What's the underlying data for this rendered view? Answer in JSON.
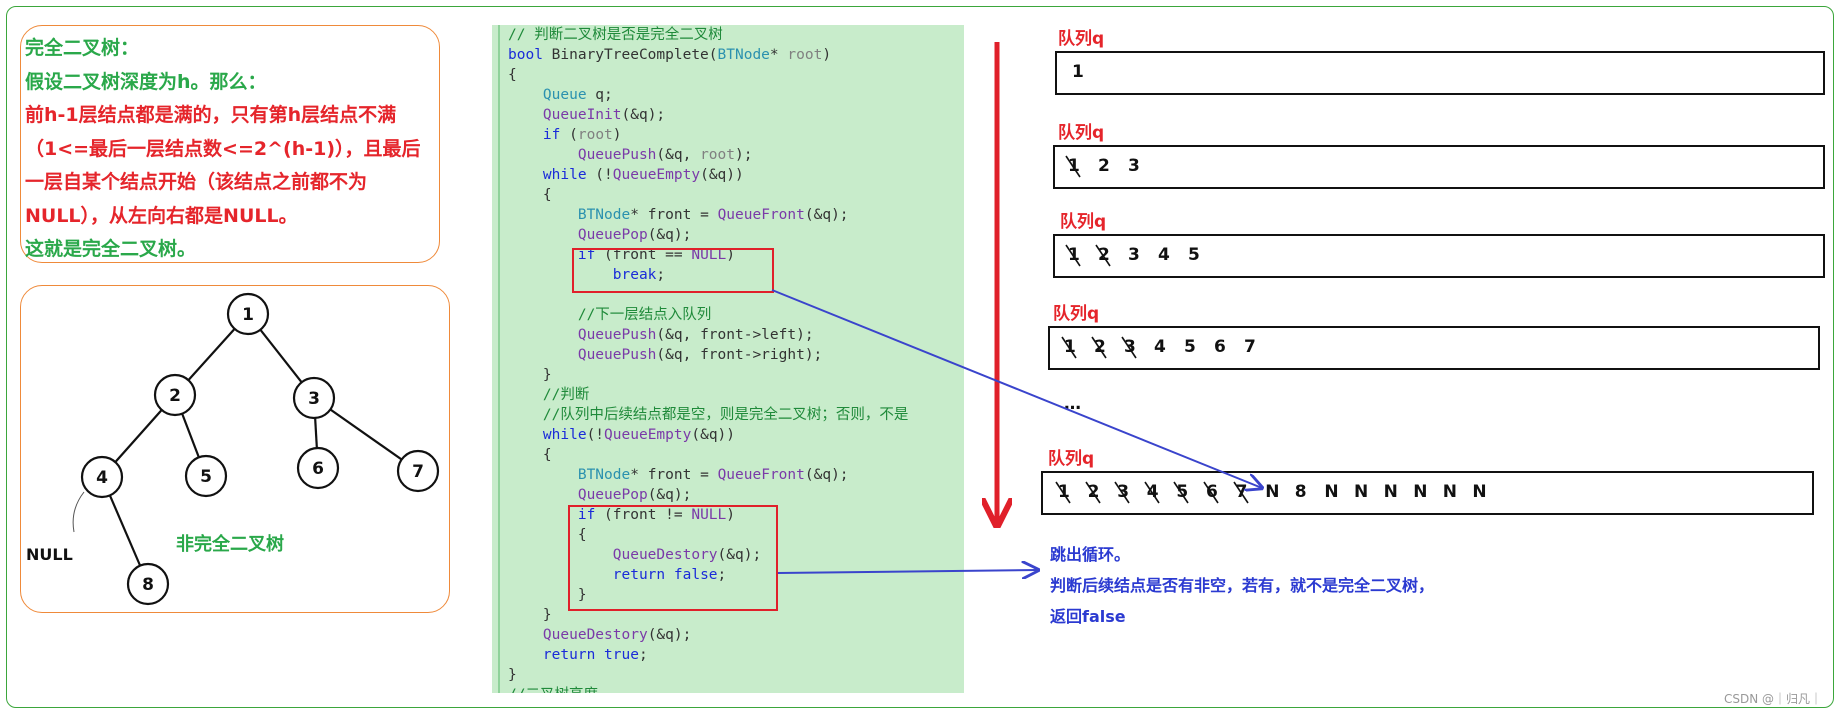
{
  "definition": {
    "lines": [
      {
        "text": "完全二叉树：",
        "color": "green"
      },
      {
        "text": "假设二叉树深度为h。那么：",
        "color": "green"
      },
      {
        "text": "前h-1层结点都是满的，只有第h层结点不满",
        "color": "red"
      },
      {
        "text": "（1<=最后一层结点数<=2^(h-1)），且最后",
        "color": "red"
      },
      {
        "text": "一层自某个结点开始（该结点之前都不为",
        "color": "red"
      },
      {
        "text": "NULL），从左向右都是NULL。",
        "color": "red"
      },
      {
        "text": "这就是完全二叉树。",
        "color": "green"
      }
    ]
  },
  "tree": {
    "nodes": [
      "1",
      "2",
      "3",
      "4",
      "5",
      "6",
      "7",
      "8"
    ],
    "null_label": "NULL",
    "caption": "非完全二叉树"
  },
  "code": {
    "lines": [
      [
        {
          "t": "// 判断二叉树是否是完全二叉树",
          "c": "cm"
        }
      ],
      [
        {
          "t": "bool ",
          "c": "kw"
        },
        {
          "t": "BinaryTreeComplete",
          "c": "pl"
        },
        {
          "t": "(",
          "c": "pl"
        },
        {
          "t": "BTNode",
          "c": "ty"
        },
        {
          "t": "* ",
          "c": "pl"
        },
        {
          "t": "root",
          "c": "pa"
        },
        {
          "t": ")",
          "c": "pl"
        }
      ],
      [
        {
          "t": "{",
          "c": "pl"
        }
      ],
      [
        {
          "t": "    ",
          "c": "pl"
        },
        {
          "t": "Queue",
          "c": "ty"
        },
        {
          "t": " q;",
          "c": "pl"
        }
      ],
      [
        {
          "t": "    ",
          "c": "pl"
        },
        {
          "t": "QueueInit",
          "c": "fn"
        },
        {
          "t": "(&q);",
          "c": "pl"
        }
      ],
      [
        {
          "t": "    ",
          "c": "pl"
        },
        {
          "t": "if",
          "c": "kw"
        },
        {
          "t": " (",
          "c": "pl"
        },
        {
          "t": "root",
          "c": "pa"
        },
        {
          "t": ")",
          "c": "pl"
        }
      ],
      [
        {
          "t": "        ",
          "c": "pl"
        },
        {
          "t": "QueuePush",
          "c": "fn"
        },
        {
          "t": "(&q, ",
          "c": "pl"
        },
        {
          "t": "root",
          "c": "pa"
        },
        {
          "t": ");",
          "c": "pl"
        }
      ],
      [
        {
          "t": "    ",
          "c": "pl"
        },
        {
          "t": "while",
          "c": "kw"
        },
        {
          "t": " (!",
          "c": "pl"
        },
        {
          "t": "QueueEmpty",
          "c": "fn"
        },
        {
          "t": "(&q))",
          "c": "pl"
        }
      ],
      [
        {
          "t": "    {",
          "c": "pl"
        }
      ],
      [
        {
          "t": "        ",
          "c": "pl"
        },
        {
          "t": "BTNode",
          "c": "ty"
        },
        {
          "t": "* ",
          "c": "pl"
        },
        {
          "t": "front",
          "c": "pl"
        },
        {
          "t": " = ",
          "c": "pl"
        },
        {
          "t": "QueueFront",
          "c": "fn"
        },
        {
          "t": "(&q);",
          "c": "pl"
        }
      ],
      [
        {
          "t": "        ",
          "c": "pl"
        },
        {
          "t": "QueuePop",
          "c": "fn"
        },
        {
          "t": "(&q);",
          "c": "pl"
        }
      ],
      [
        {
          "t": "        ",
          "c": "pl"
        },
        {
          "t": "if",
          "c": "kw"
        },
        {
          "t": " (front == ",
          "c": "pl"
        },
        {
          "t": "NULL",
          "c": "fn"
        },
        {
          "t": ")",
          "c": "pl"
        }
      ],
      [
        {
          "t": "            ",
          "c": "pl"
        },
        {
          "t": "break",
          "c": "kw"
        },
        {
          "t": ";",
          "c": "pl"
        }
      ],
      [
        {
          "t": "",
          "c": "pl"
        }
      ],
      [
        {
          "t": "        ",
          "c": "pl"
        },
        {
          "t": "//下一层结点入队列",
          "c": "cm"
        }
      ],
      [
        {
          "t": "        ",
          "c": "pl"
        },
        {
          "t": "QueuePush",
          "c": "fn"
        },
        {
          "t": "(&q, front->left);",
          "c": "pl"
        }
      ],
      [
        {
          "t": "        ",
          "c": "pl"
        },
        {
          "t": "QueuePush",
          "c": "fn"
        },
        {
          "t": "(&q, front->right);",
          "c": "pl"
        }
      ],
      [
        {
          "t": "    }",
          "c": "pl"
        }
      ],
      [
        {
          "t": "    ",
          "c": "pl"
        },
        {
          "t": "//判断",
          "c": "cm"
        }
      ],
      [
        {
          "t": "    ",
          "c": "pl"
        },
        {
          "t": "//队列中后续结点都是空，则是完全二叉树；否则，不是",
          "c": "cm"
        }
      ],
      [
        {
          "t": "    ",
          "c": "pl"
        },
        {
          "t": "while",
          "c": "kw"
        },
        {
          "t": "(!",
          "c": "pl"
        },
        {
          "t": "QueueEmpty",
          "c": "fn"
        },
        {
          "t": "(&q))",
          "c": "pl"
        }
      ],
      [
        {
          "t": "    {",
          "c": "pl"
        }
      ],
      [
        {
          "t": "        ",
          "c": "pl"
        },
        {
          "t": "BTNode",
          "c": "ty"
        },
        {
          "t": "* ",
          "c": "pl"
        },
        {
          "t": "front",
          "c": "pl"
        },
        {
          "t": " = ",
          "c": "pl"
        },
        {
          "t": "QueueFront",
          "c": "fn"
        },
        {
          "t": "(&q);",
          "c": "pl"
        }
      ],
      [
        {
          "t": "        ",
          "c": "pl"
        },
        {
          "t": "QueuePop",
          "c": "fn"
        },
        {
          "t": "(&q);",
          "c": "pl"
        }
      ],
      [
        {
          "t": "        ",
          "c": "pl"
        },
        {
          "t": "if",
          "c": "kw"
        },
        {
          "t": " (front != ",
          "c": "pl"
        },
        {
          "t": "NULL",
          "c": "fn"
        },
        {
          "t": ")",
          "c": "pl"
        }
      ],
      [
        {
          "t": "        {",
          "c": "pl"
        }
      ],
      [
        {
          "t": "            ",
          "c": "pl"
        },
        {
          "t": "QueueDestory",
          "c": "fn"
        },
        {
          "t": "(&q);",
          "c": "pl"
        }
      ],
      [
        {
          "t": "            ",
          "c": "pl"
        },
        {
          "t": "return",
          "c": "kw"
        },
        {
          "t": " ",
          "c": "pl"
        },
        {
          "t": "false",
          "c": "kw"
        },
        {
          "t": ";",
          "c": "pl"
        }
      ],
      [
        {
          "t": "        }",
          "c": "pl"
        }
      ],
      [
        {
          "t": "    }",
          "c": "pl"
        }
      ],
      [
        {
          "t": "    ",
          "c": "pl"
        },
        {
          "t": "QueueDestory",
          "c": "fn"
        },
        {
          "t": "(&q);",
          "c": "pl"
        }
      ],
      [
        {
          "t": "    ",
          "c": "pl"
        },
        {
          "t": "return",
          "c": "kw"
        },
        {
          "t": " ",
          "c": "pl"
        },
        {
          "t": "true",
          "c": "kw"
        },
        {
          "t": ";",
          "c": "pl"
        }
      ],
      [
        {
          "t": "}",
          "c": "pl"
        }
      ],
      [
        {
          "t": "//二叉树高度",
          "c": "cm"
        }
      ]
    ]
  },
  "queues": [
    {
      "label": "队列q",
      "items": [
        {
          "t": "1",
          "crossed": false
        }
      ]
    },
    {
      "label": "队列q",
      "items": [
        {
          "t": "1",
          "crossed": true
        },
        {
          "t": "2",
          "crossed": false
        },
        {
          "t": "3",
          "crossed": false
        }
      ]
    },
    {
      "label": "队列q",
      "items": [
        {
          "t": "1",
          "crossed": true
        },
        {
          "t": "2",
          "crossed": true
        },
        {
          "t": "3",
          "crossed": false
        },
        {
          "t": "4",
          "crossed": false
        },
        {
          "t": "5",
          "crossed": false
        }
      ]
    },
    {
      "label": "队列q",
      "items": [
        {
          "t": "1",
          "crossed": true
        },
        {
          "t": "2",
          "crossed": true
        },
        {
          "t": "3",
          "crossed": true
        },
        {
          "t": "4",
          "crossed": false
        },
        {
          "t": "5",
          "crossed": false
        },
        {
          "t": "6",
          "crossed": false
        },
        {
          "t": "7",
          "crossed": false
        }
      ]
    },
    {
      "label": "队列q",
      "items": [
        {
          "t": "1",
          "crossed": true
        },
        {
          "t": "2",
          "crossed": true
        },
        {
          "t": "3",
          "crossed": true
        },
        {
          "t": "4",
          "crossed": true
        },
        {
          "t": "5",
          "crossed": true
        },
        {
          "t": "6",
          "crossed": true
        },
        {
          "t": "7",
          "crossed": true
        },
        {
          "t": "N",
          "crossed": false
        },
        {
          "t": "8",
          "crossed": false
        },
        {
          "t": "N",
          "crossed": false
        },
        {
          "t": "N",
          "crossed": false
        },
        {
          "t": "N",
          "crossed": false
        },
        {
          "t": "N",
          "crossed": false
        },
        {
          "t": "N",
          "crossed": false
        },
        {
          "t": "N",
          "crossed": false
        }
      ]
    }
  ],
  "ellipsis": "…",
  "notes": {
    "line1": "跳出循环。",
    "line2": "判断后续结点是否有非空，若有，就不是完全二叉树，",
    "line3": "返回false"
  },
  "watermark": "CSDN @｜归凡｜",
  "colors": {
    "green_text": "#2aa84a",
    "red_text": "#e5252b",
    "arrow_blue": "#3a44cc",
    "arrow_red": "#e0202a",
    "box_orange": "#ef8a3a",
    "code_bg": "#c8eccb"
  }
}
